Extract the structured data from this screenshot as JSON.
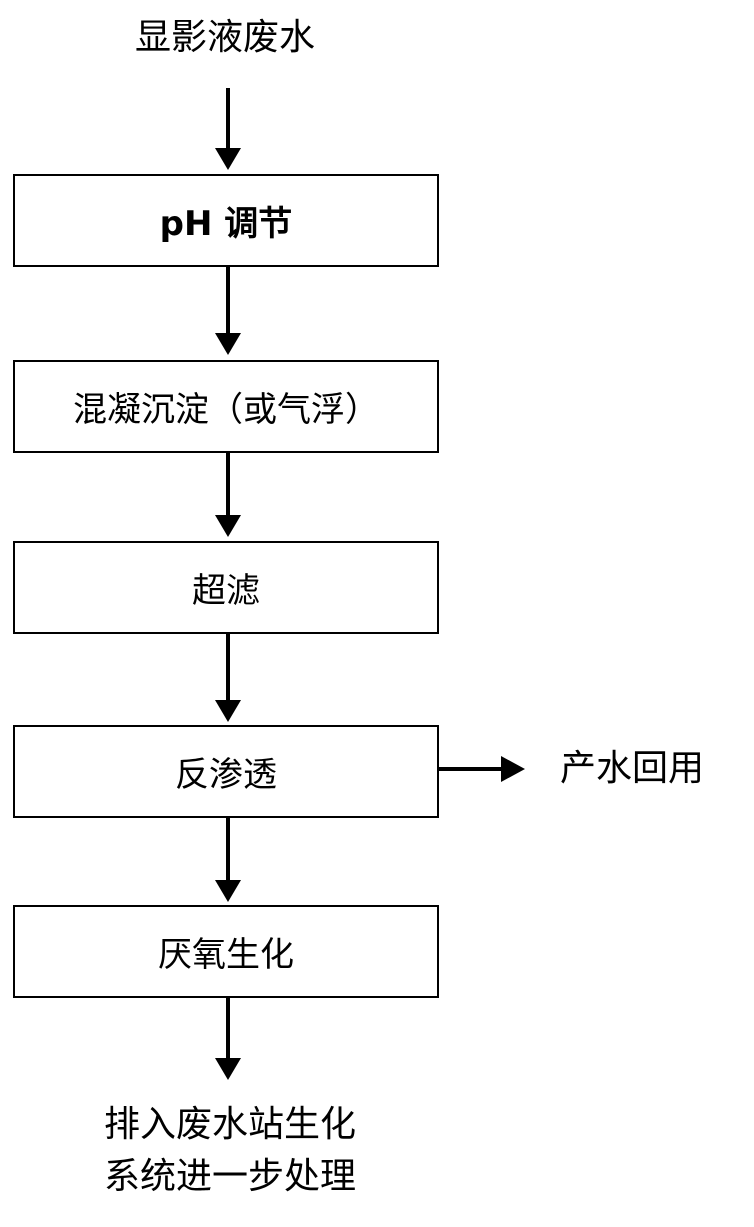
{
  "input": "显影液废水",
  "steps": [
    "pH 调节",
    "混凝沉淀（或气浮）",
    "超滤",
    "反渗透",
    "厌氧生化"
  ],
  "side_output": "产水回用",
  "final_output": {
    "line1": "排入废水站生化",
    "line2": "系统进一步处理"
  }
}
